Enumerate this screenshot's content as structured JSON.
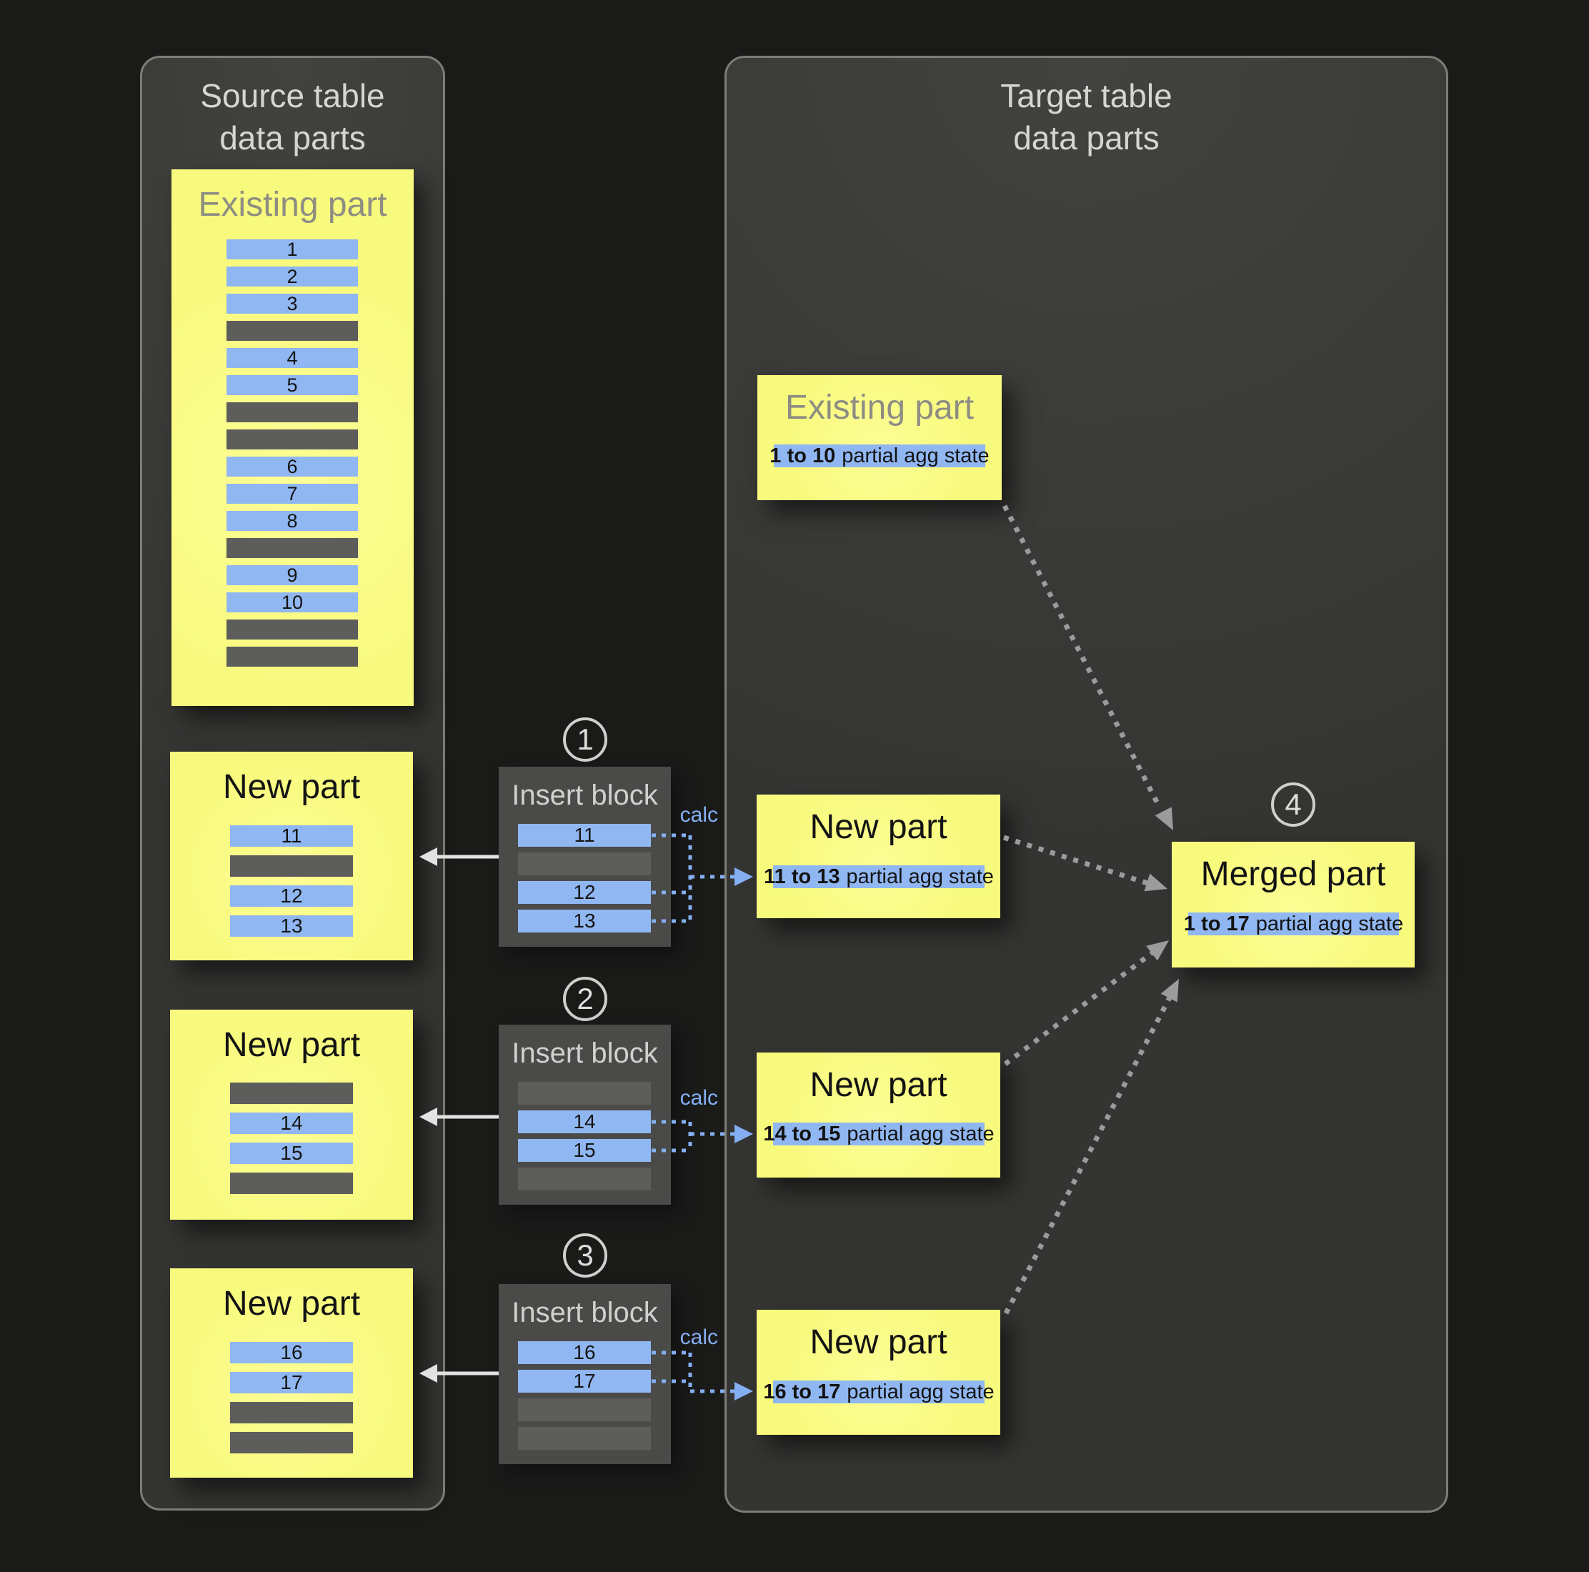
{
  "source_panel": {
    "title_line1": "Source table",
    "title_line2": "data parts",
    "existing_part": {
      "title": "Existing part",
      "rows": [
        "1",
        "2",
        "3",
        "",
        "4",
        "5",
        "",
        "",
        "6",
        "7",
        "8",
        "",
        "9",
        "10",
        "",
        ""
      ]
    },
    "new_parts": [
      {
        "title": "New part",
        "rows": [
          "11",
          "",
          "12",
          "13"
        ]
      },
      {
        "title": "New part",
        "rows": [
          "",
          "14",
          "15",
          ""
        ]
      },
      {
        "title": "New part",
        "rows": [
          "16",
          "17",
          "",
          ""
        ]
      }
    ]
  },
  "insert_steps": [
    {
      "step": "1",
      "title": "Insert block",
      "calc_label": "calc",
      "rows": [
        "11",
        "",
        "12",
        "13"
      ]
    },
    {
      "step": "2",
      "title": "Insert block",
      "calc_label": "calc",
      "rows": [
        "",
        "14",
        "15",
        ""
      ]
    },
    {
      "step": "3",
      "title": "Insert block",
      "calc_label": "calc",
      "rows": [
        "16",
        "17",
        "",
        ""
      ]
    }
  ],
  "target_panel": {
    "title_line1": "Target table",
    "title_line2": "data parts",
    "parts": [
      {
        "title": "Existing part",
        "range": "1 to 10",
        "desc": "partial agg state"
      },
      {
        "title": "New part",
        "range": "11 to 13",
        "desc": "partial agg state"
      },
      {
        "title": "New part",
        "range": "14 to 15",
        "desc": "partial agg state"
      },
      {
        "title": "New part",
        "range": "16 to 17",
        "desc": "partial agg state"
      }
    ],
    "merged_step": "4",
    "merged": {
      "title": "Merged part",
      "range": "1 to 17",
      "desc": "partial agg state"
    }
  },
  "colors": {
    "background": "#1a1a19",
    "panel_fill": "#3a3a38",
    "panel_border": "#7d7d76",
    "panel_title_text": "#d5d5d3",
    "part_yellow": "#f8fa7d",
    "gray_part_title": "#8d8d83",
    "blue_row": "#90b7f1",
    "gray_row": "#5d5d5b",
    "insert_block_fill": "#4a4a49",
    "calc_blue": "#84aff2",
    "dotted_arrow_gray": "#9b9b9b",
    "solid_arrow_white": "#e2e2e2"
  }
}
